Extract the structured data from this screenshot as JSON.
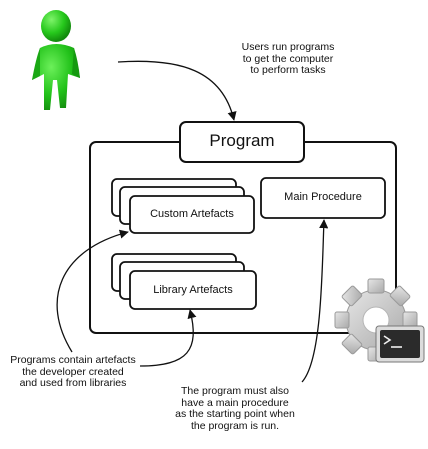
{
  "diagram": {
    "program_label": "Program",
    "main_procedure_label": "Main Procedure",
    "custom_artefacts_label": "Custom Artefacts",
    "library_artefacts_label": "Library Artefacts",
    "users_note": [
      "Users run programs",
      "to get the computer",
      "to perform tasks"
    ],
    "artefacts_note": [
      "Programs contain artefacts",
      "the developer created",
      "and used from libraries"
    ],
    "main_note": [
      "The program must also",
      "have a main procedure",
      "as the starting point when",
      "the program is run."
    ],
    "icons": {
      "user": "user-figure-icon",
      "terminal": "gear-terminal-icon"
    },
    "colors": {
      "user_green": "#22c21a",
      "gear_grey": "#c8c8c8",
      "terminal_bg": "#2b2b2b",
      "stroke": "#111111"
    }
  }
}
